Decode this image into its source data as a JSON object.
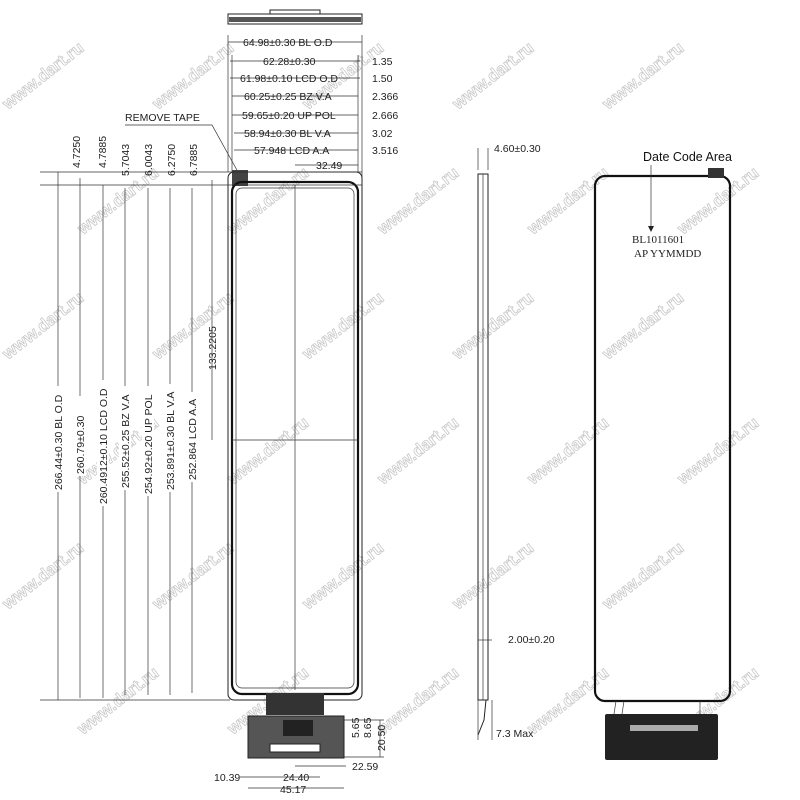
{
  "watermark": "www.dart.ru",
  "front_view": {
    "top_dims": [
      {
        "label": "64.98±0.30 BL O.D"
      },
      {
        "label": "62.28±0.30",
        "right": "1.35"
      },
      {
        "label": "61.98±0.10 LCD O.D",
        "right": "1.50"
      },
      {
        "label": "60.25±0.25 BZ V.A",
        "right": "2.366"
      },
      {
        "label": "59.65±0.20 UP POL",
        "right": "2.666"
      },
      {
        "label": "58.94±0.30 BL V.A",
        "right": "3.02"
      },
      {
        "label": "57.948 LCD A.A",
        "right": "3.516"
      },
      {
        "label": "32.49"
      }
    ],
    "remove_tape": "REMOVE TAPE",
    "left_offsets": [
      "4.7250",
      "4.7885",
      "5.7043",
      "6.0043",
      "6.2750",
      "6.7885"
    ],
    "left_dims": [
      "266.44±0.30 BL O.D",
      "260.79±0.30",
      "260.4912±0.10 LCD O.D",
      "255.52±0.25 BZ V.A",
      "254.92±0.20 UP POL",
      "253.891±0.30 BL V.A",
      "252.864 LCD A.A"
    ],
    "center_offset": "133.2205",
    "fpc_dims": {
      "a": "5.65",
      "b": "8.65",
      "c": "20.50",
      "d": "22.59",
      "e": "10.39",
      "f": "24.40",
      "g": "45.17"
    }
  },
  "side_view": {
    "thickness": "4.60±0.30",
    "fpc_thickness": "2.00±0.20",
    "max": "7.3 Max"
  },
  "back_view": {
    "date_code_label": "Date Code Area",
    "code_line1": "BL1011601",
    "code_line2": "AP  YYMMDD"
  }
}
